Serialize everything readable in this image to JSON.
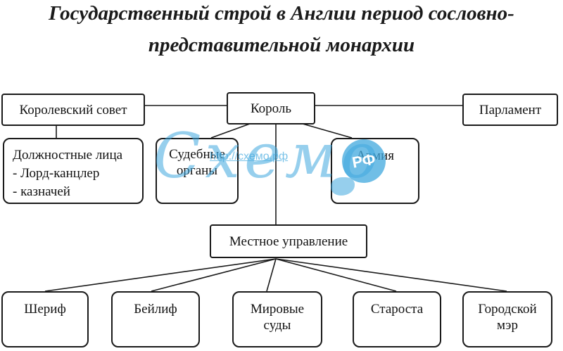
{
  "title": {
    "line1": "Государственный строй в Англии период сословно-",
    "line2": "представительной монархии"
  },
  "nodes": {
    "royal_council": "Королевский совет",
    "king": "Король",
    "parliament": "Парламент",
    "officials": {
      "heading": "Должностные лица",
      "items": [
        "- Лорд-канцлер",
        "- казначей"
      ]
    },
    "judicial_bodies": {
      "line1": "Судебные",
      "line2": "органы"
    },
    "army": "Армия",
    "local_government": "Местное управление",
    "sheriff": "Шериф",
    "bailiff": "Бейлиф",
    "justices_of_peace": {
      "line1": "Мировые",
      "line2": "суды"
    },
    "elder": "Староста",
    "city_mayor": {
      "line1": "Городской",
      "line2": "мэр"
    }
  },
  "watermark": {
    "script": "Схемо",
    "url": "http://схемо.рф",
    "badge": "РФ",
    "color": "#40a8de"
  }
}
